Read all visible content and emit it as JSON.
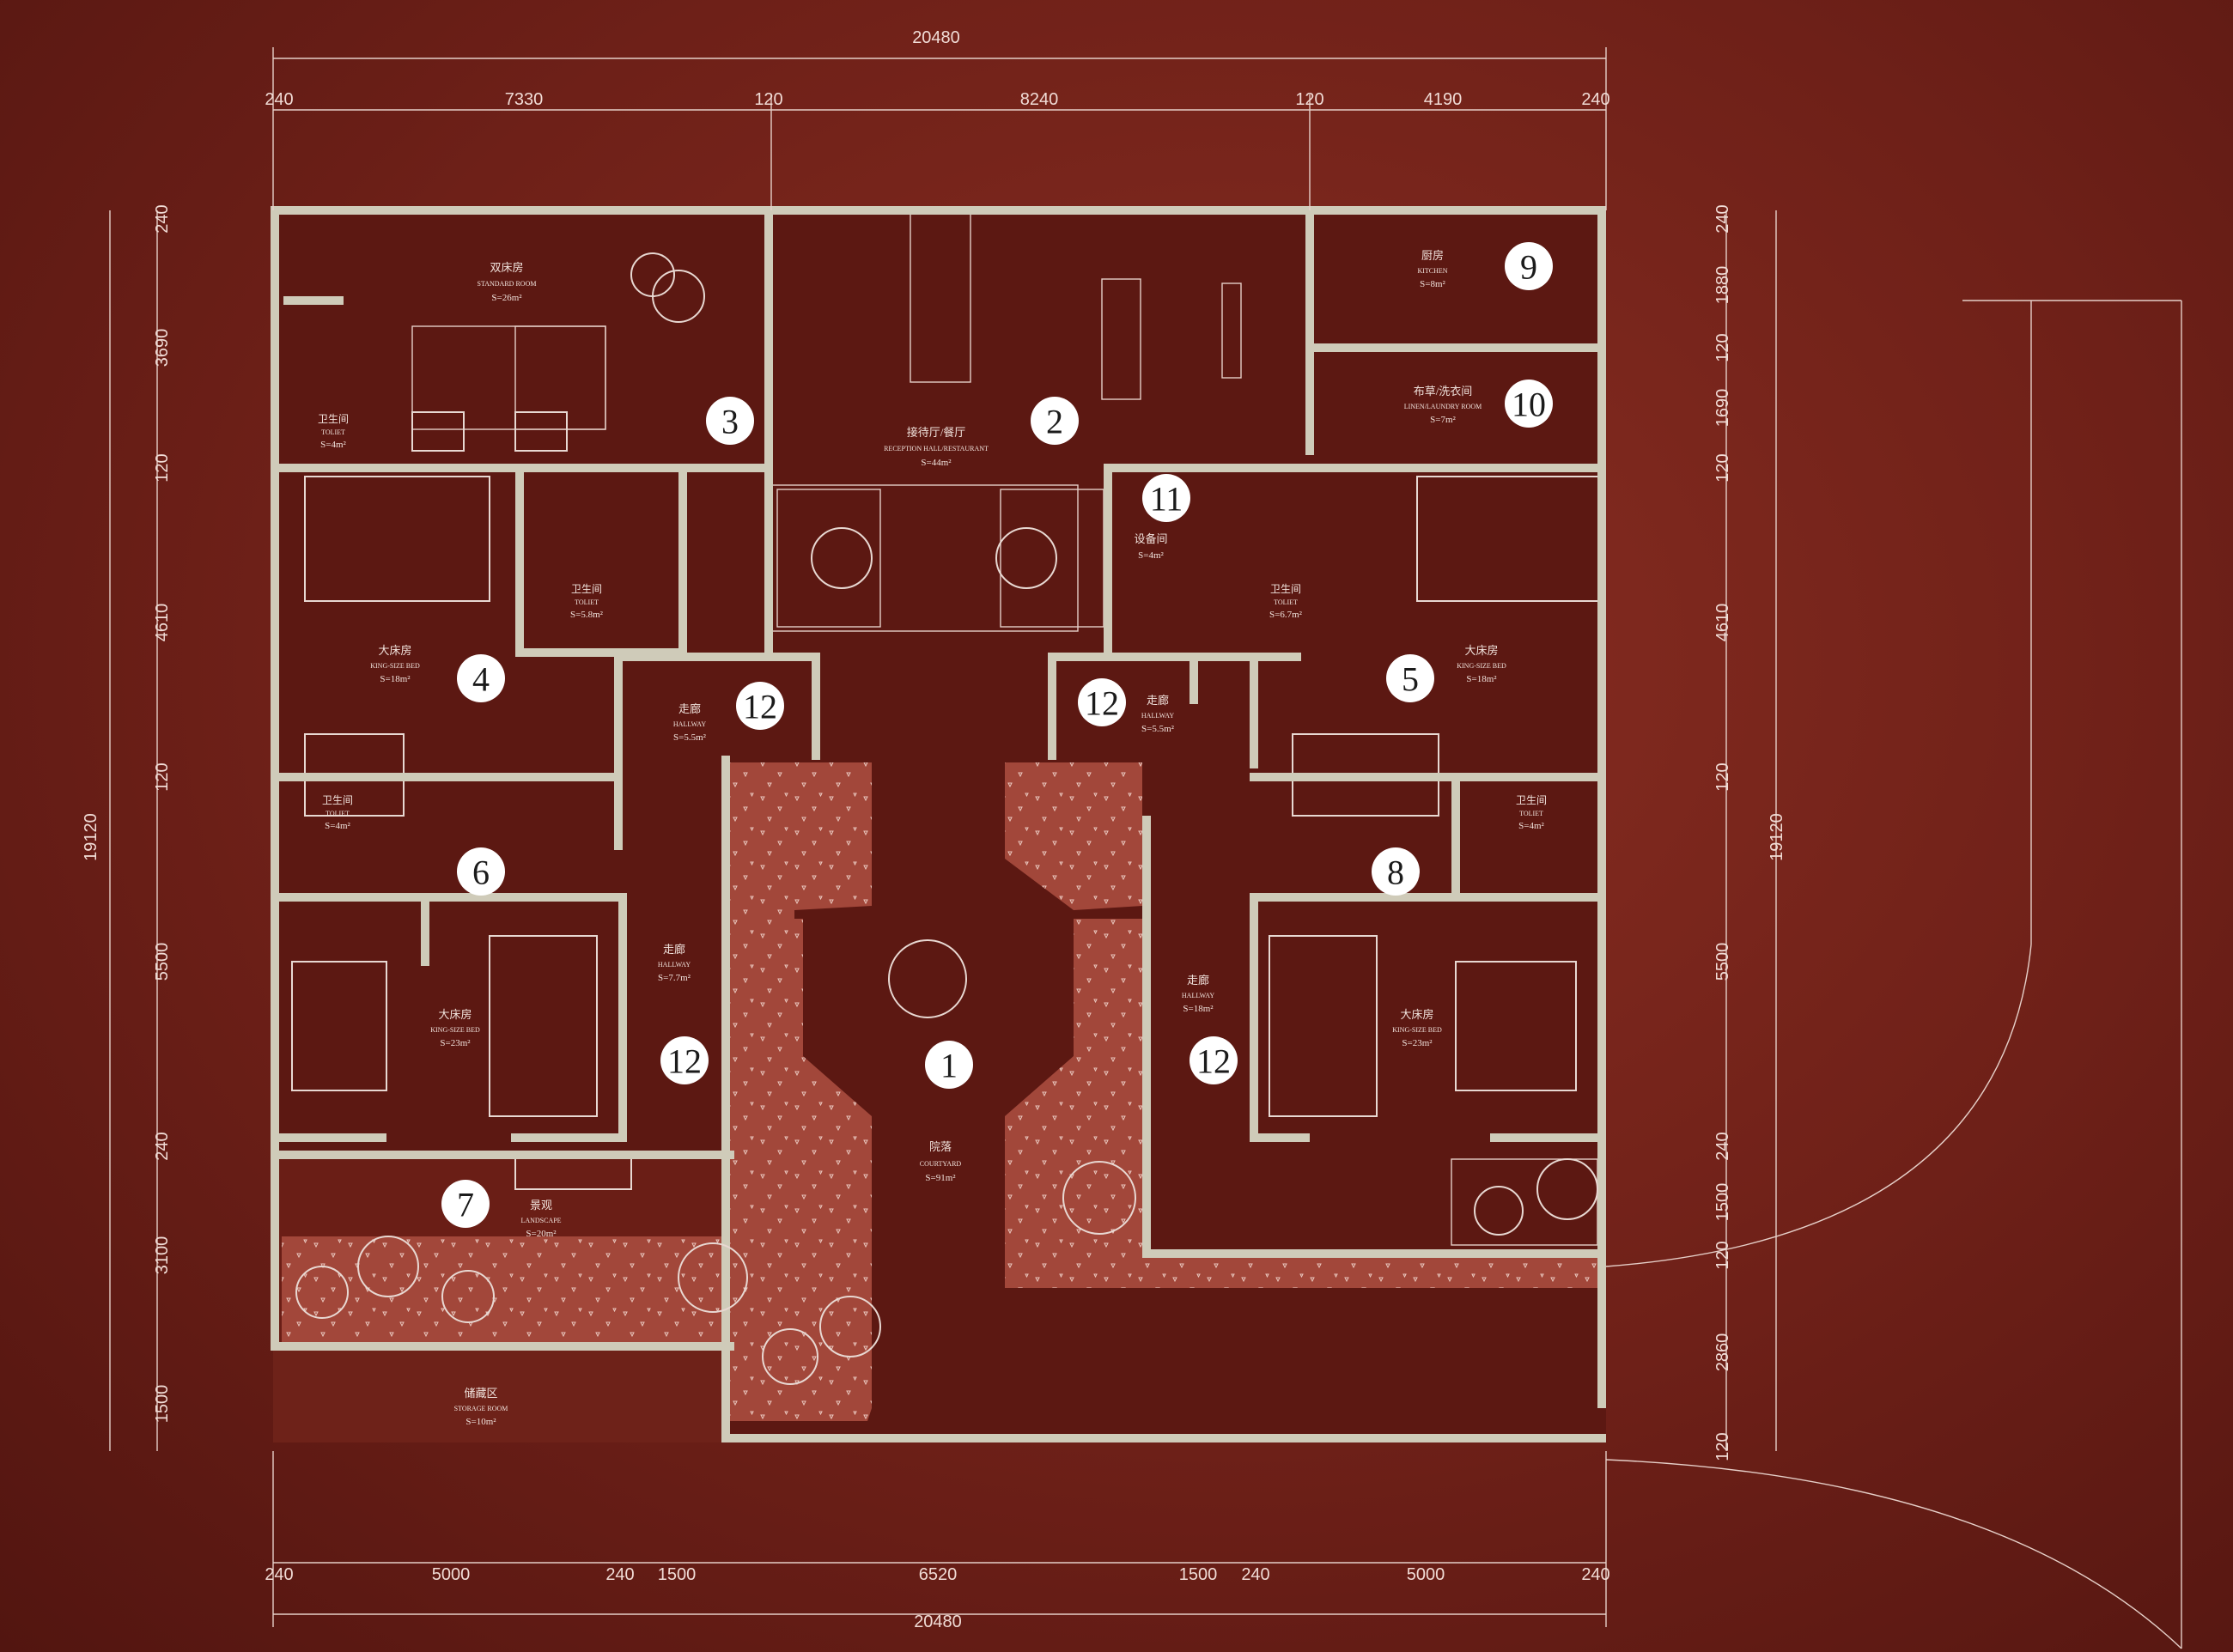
{
  "colors": {
    "background": "#6e2018",
    "room_fill": "#5c1812",
    "wall": "#cfcbb9",
    "garden": "#a2473a",
    "line": "#e6cfc8",
    "badge": "#ffffff"
  },
  "dimensions": {
    "top_total": "20480",
    "bottom_total": "20480",
    "top": [
      "240",
      "7330",
      "120",
      "8240",
      "120",
      "4190",
      "240"
    ],
    "bottom": [
      "240",
      "5000",
      "240",
      "1500",
      "6520",
      "1500",
      "240",
      "5000",
      "240"
    ],
    "left_total": "19120",
    "right_total": "19120",
    "left": [
      "240",
      "3690",
      "120",
      "4610",
      "120",
      "5500",
      "240",
      "3100",
      "1500"
    ],
    "right": [
      "240",
      "1880",
      "120",
      "1690",
      "120",
      "4610",
      "120",
      "5500",
      "240",
      "1500",
      "120",
      "2860",
      "120"
    ]
  },
  "rooms": [
    {
      "num": "1",
      "cn": "院落",
      "en": "COURTYARD",
      "area": "S=91m²"
    },
    {
      "num": "2",
      "cn": "接待厅/餐厅",
      "en": "RECEPTION HALL/RESTAURANT",
      "area": "S=44m²"
    },
    {
      "num": "3",
      "cn": "双床房",
      "en": "STANDARD ROOM",
      "area": "S=26m²"
    },
    {
      "num": "4",
      "cn": "大床房",
      "en": "KING-SIZE BED",
      "area": "S=18m²"
    },
    {
      "num": "5",
      "cn": "大床房",
      "en": "KING-SIZE BED",
      "area": "S=18m²"
    },
    {
      "num": "6",
      "cn": "大床房",
      "en": "KING-SIZE BED",
      "area": "S=23m²"
    },
    {
      "num": "7",
      "cn": "景观",
      "en": "LANDSCAPE",
      "area": "S=20m²"
    },
    {
      "num": "8",
      "cn": "大床房",
      "en": "KING-SIZE BED",
      "area": "S=23m²"
    },
    {
      "num": "9",
      "cn": "厨房",
      "en": "KITCHEN",
      "area": "S=8m²"
    },
    {
      "num": "10",
      "cn": "布草/洗衣间",
      "en": "LINEN/LAUNDRY ROOM",
      "area": "S=7m²"
    },
    {
      "num": "11",
      "cn": "设备间",
      "en": "",
      "area": "S=4m²"
    },
    {
      "num": "12",
      "cn": "走廊",
      "en": "HALLWAY",
      "area": "S=5.5m²"
    }
  ],
  "labels": {
    "toilet_cn": "卫生间",
    "toilet_en": "TOLIET",
    "toilet3_area": "S=4m²",
    "toilet4_area": "S=5.8m²",
    "toilet5_area": "S=6.7m²",
    "toilet6_area": "S=4m²",
    "toilet8_area": "S=4m²",
    "hall_cn": "走廊",
    "hall_en": "HALLWAY",
    "hall_left_area": "S=5.5m²",
    "hall_right_area": "S=5.5m²",
    "hall_west_area": "S=7.7m²",
    "hall_east_area": "S=18m²",
    "storage_cn": "储藏区",
    "storage_en": "STORAGE ROOM",
    "storage_area": "S=10m²"
  },
  "badges": {
    "b12": "12"
  }
}
